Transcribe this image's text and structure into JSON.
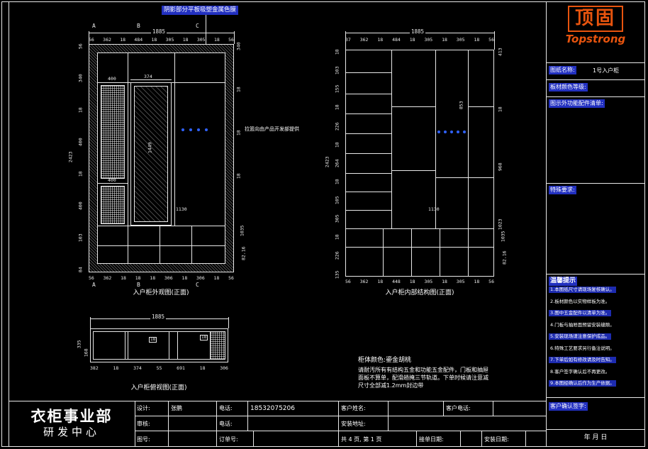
{
  "logo": {
    "cn": "顶固",
    "en": "Topstrong"
  },
  "right_panel": {
    "drawing_name_label": "图纸名称:",
    "drawing_name": "1号入户柜",
    "board_label": "板材颜色等级:",
    "fittings_label": "图示外功能配件清单:",
    "special_label": "特殊要求:",
    "tips_title": "温馨提示",
    "tips": [
      "1.本图纸尺寸请现场复核确认。",
      "2.板材颜色以实物样板为准。",
      "3.图中五金配件以清单为准。",
      "4.门板与抽屉面预留安装缝隙。",
      "5.安装现场请注意保护成品。",
      "6.特殊工艺要求另行备注说明。",
      "7.下单后如有修改请及时告知。",
      "8.客户签字确认后不再更改。",
      "9.本图经确认后作为生产依据。"
    ],
    "sign_label": "客户确认签字:",
    "date_text": "年      月      日"
  },
  "titleblock": {
    "dept": "衣柜事业部",
    "dept_sub": "研发中心",
    "design_label": "设计:",
    "design": "张鹏",
    "phone_label": "电话:",
    "phone": "18532075206",
    "customer_label": "客户姓名:",
    "customer_phone_label": "客户电话:",
    "review_label": "审核:",
    "phone2_label": "电话:",
    "address_label": "安装地址:",
    "figno_label": "图号:",
    "order_label": "订单号:",
    "pages": "共 4 页, 第 1 页",
    "receive_label": "接单日期:",
    "install_label": "安装日期:"
  },
  "notes": {
    "shadow": "阴影部分平板吸塑金属色膜",
    "basket": "拉篮向由产品开发部提供",
    "color": "柜体颜色:鎏金胡桃",
    "spec": [
      "请耐汚所有有结构五金和功能五金配件，门板和抽屉",
      "面板不算单，配滑趟掩三节轨道。下单时候请注意减",
      "尺寸全部减1.2mm封边带"
    ]
  },
  "d1": {
    "caption": "入户柜外观图(正面)",
    "total_w": "1885",
    "total_h": "2423",
    "top": [
      "56",
      "362",
      "18",
      "484",
      "18",
      "305",
      "18",
      "305",
      "18",
      "56"
    ],
    "bottom": [
      "56",
      "362",
      "18",
      "18",
      "18",
      "306",
      "18",
      "306",
      "18",
      "56"
    ],
    "left": [
      "56",
      "340",
      "18",
      "400",
      "18",
      "400",
      "103",
      "84"
    ],
    "right": [
      "340",
      "18",
      "18",
      "18"
    ],
    "right_rot": [
      "1035",
      "82.16"
    ],
    "dim_400a": "400",
    "dim_374": "374",
    "dim_1449": "1449",
    "dim_400b": "400",
    "dim_1130": "1130",
    "markers": [
      "A",
      "B",
      "C"
    ]
  },
  "d2": {
    "caption": "入户柜内部结构图(正面)",
    "total_w": "1885",
    "total_h": "2423",
    "top": [
      "37",
      "362",
      "18",
      "484",
      "18",
      "305",
      "18",
      "305",
      "18",
      "56"
    ],
    "bottom": [
      "56",
      "362",
      "18",
      "448",
      "18",
      "305",
      "18",
      "305",
      "18",
      "56"
    ],
    "left": [
      "18",
      "103",
      "155",
      "18",
      "226",
      "18",
      "264",
      "18",
      "105",
      "305",
      "18",
      "226",
      "135"
    ],
    "right": [
      "413",
      "18",
      "968",
      "1023"
    ],
    "right_rot": [
      "1035",
      "82.16"
    ],
    "dim_853": "853",
    "dim_1130": "1130"
  },
  "d3": {
    "caption": "入户柜俯视图(正面)",
    "total_w": "1885",
    "bottom": [
      "382",
      "18",
      "374",
      "55",
      "691",
      "18",
      "306"
    ],
    "left": [
      "335",
      "168"
    ],
    "boxed": [
      "18",
      "18"
    ]
  }
}
